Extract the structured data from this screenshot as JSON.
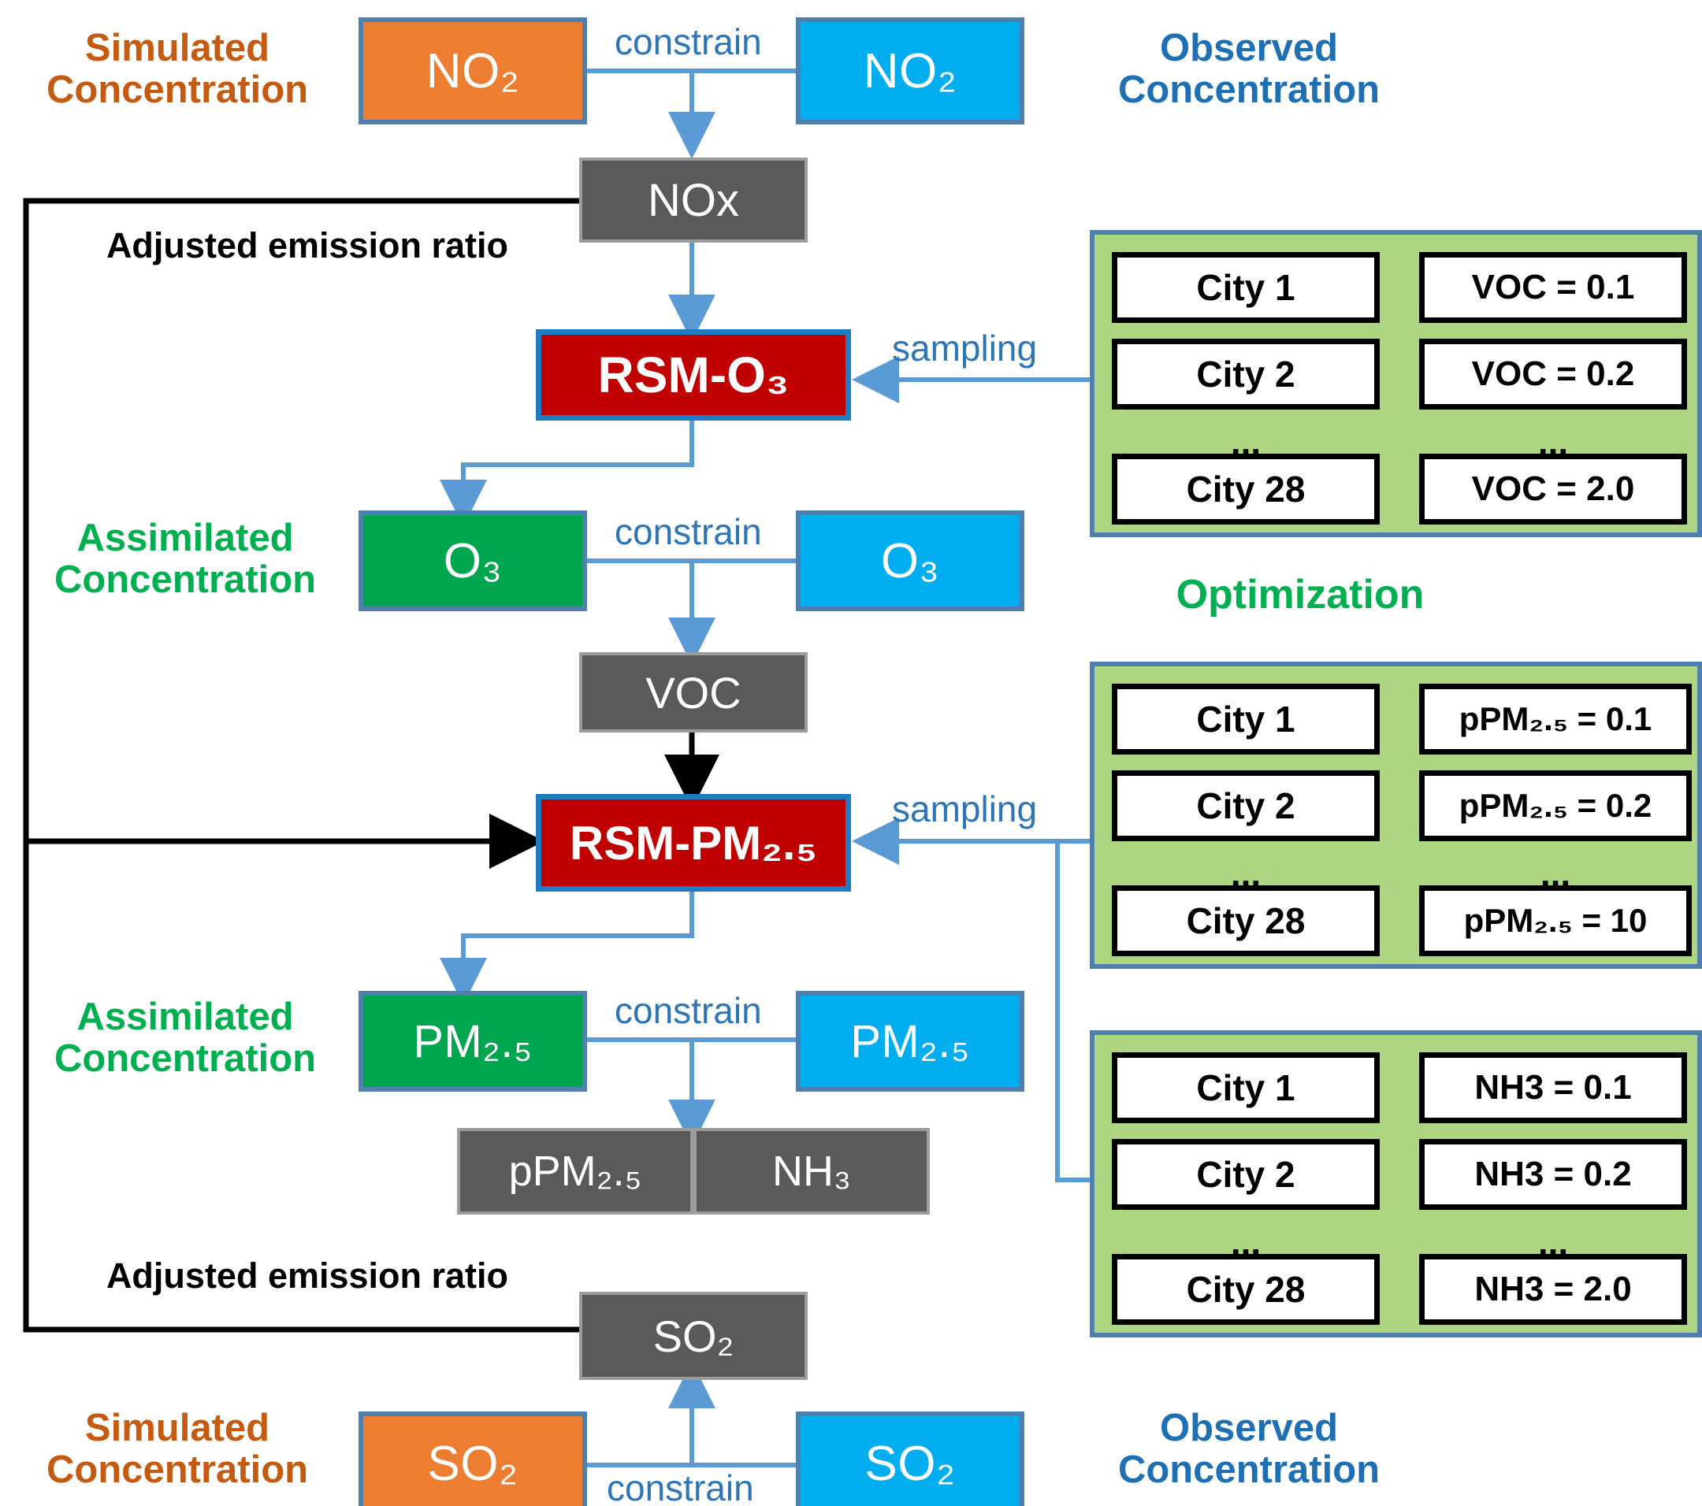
{
  "colors": {
    "simulated": "#C55A11",
    "observed": "#1F6FB5",
    "assimilated": "#00B050",
    "optimization": "#00B050",
    "orange_box": "#ED7D31",
    "blue_box": "#00AEEF",
    "green_box": "#00A54F",
    "grey_box": "#5A5A5A",
    "red_box": "#C00000",
    "panel_green": "#AED581",
    "connector_blue": "#5B9BD5",
    "box_border": "#4E7FAD",
    "rsm_border": "#1F7CC0"
  },
  "labels": {
    "simulated_line1": "Simulated",
    "simulated_line2": "Concentration",
    "observed_line1": "Observed",
    "observed_line2": "Concentration",
    "assimilated_line1": "Assimilated",
    "assimilated_line2": "Concentration",
    "optimization": "Optimization",
    "adjusted_emission_ratio": "Adjusted emission ratio"
  },
  "connectors": {
    "constrain": "constrain",
    "sampling": "sampling"
  },
  "boxes": {
    "no2_sim": "NO₂",
    "no2_obs": "NO₂",
    "nox": "NOx",
    "rsm_o3": "RSM-O₃",
    "o3_assim": "O₃",
    "o3_obs": "O₃",
    "voc": "VOC",
    "rsm_pm25": "RSM-PM₂.₅",
    "pm25_assim": "PM₂.₅",
    "pm25_obs": "PM₂.₅",
    "ppm25": "pPM₂.₅",
    "nh3": "NH₃",
    "so2_grey": "SO₂",
    "so2_sim": "SO₂",
    "so2_obs": "SO₂"
  },
  "panels": [
    {
      "name": "voc-panel",
      "cities": [
        "City 1",
        "City 2",
        "...",
        "City 28"
      ],
      "values": [
        "VOC = 0.1",
        "VOC = 0.2",
        "...",
        "VOC = 2.0"
      ]
    },
    {
      "name": "ppm25-panel",
      "cities": [
        "City 1",
        "City 2",
        "...",
        "City 28"
      ],
      "values": [
        "pPM₂.₅ = 0.1",
        "pPM₂.₅ = 0.2",
        "...",
        "pPM₂.₅ = 10"
      ]
    },
    {
      "name": "nh3-panel",
      "cities": [
        "City 1",
        "City 2",
        "...",
        "City 28"
      ],
      "values": [
        "NH3 = 0.1",
        "NH3 = 0.2",
        "...",
        "NH3 = 2.0"
      ]
    }
  ]
}
